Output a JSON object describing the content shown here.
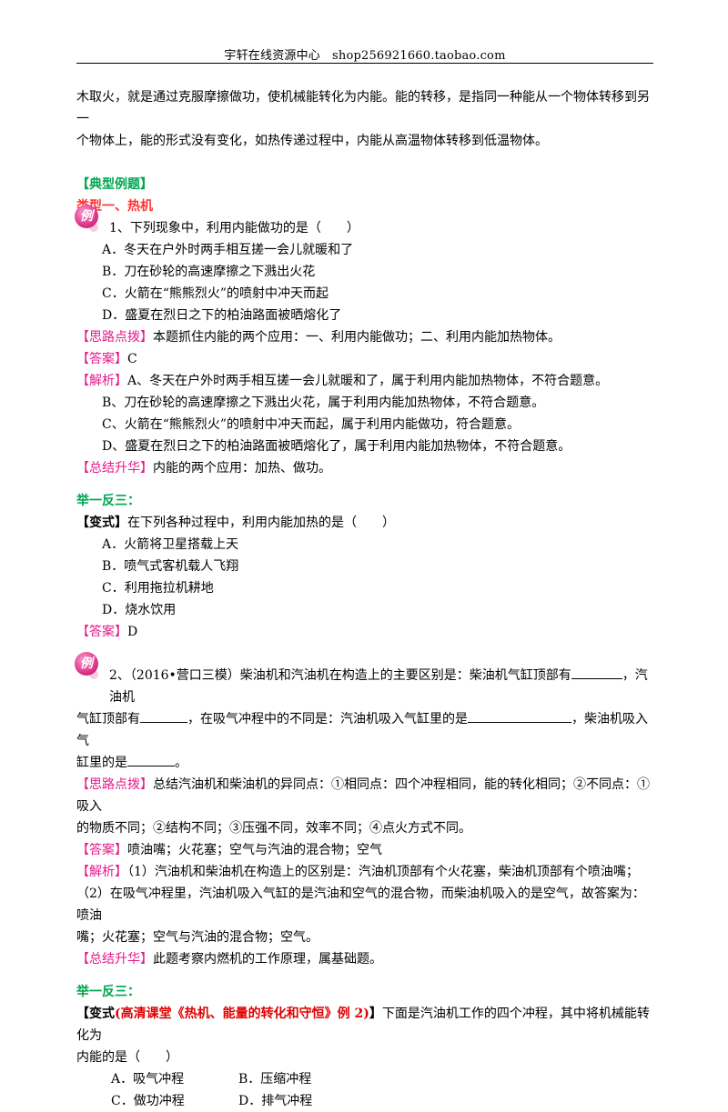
{
  "header": {
    "title": "宇轩在线资源中心",
    "shop": "shop256921660.taobao.com"
  },
  "intro": [
    "木取火，就是通过克服摩擦做功，使机械能转化为内能。能的转移，是指同一种能从一个物体转移到另一",
    "个物体上，能的形式没有变化，如热传递过程中，内能从高温物体转移到低温物体。"
  ],
  "section": {
    "title": "【典型例题】",
    "type1": "类型一、热机"
  },
  "tags": {
    "thinking": "【思路点拨】",
    "answer": "【答案】",
    "analysis": "【解析】",
    "summary": "【总结升华】",
    "variant_open": "【变式】",
    "variant_close": "【变式",
    "bracket_close": "】"
  },
  "practice_title": "举一反三：",
  "badge_char": "例",
  "ex1": {
    "question": "1、下列现象中，利用内能做功的是（　　）",
    "options": [
      "A．冬天在户外时两手相互搓一会儿就暖和了",
      "B．刀在砂轮的高速摩擦之下溅出火花",
      "C．火箭在“熊熊烈火”的喷射中冲天而起",
      "D．盛夏在烈日之下的柏油路面被晒熔化了"
    ],
    "thinking": "本题抓住内能的两个应用：一、利用内能做功；二、利用内能加热物体。",
    "answer": "C",
    "analysis": [
      "A、冬天在户外时两手相互搓一会儿就暖和了，属于利用内能加热物体，不符合题意。",
      "B、刀在砂轮的高速摩擦之下溅出火花，属于利用内能加热物体，不符合题意。",
      "C、火箭在“熊熊烈火”的喷射中冲天而起，属于利用内能做功，符合题意。",
      "D、盛夏在烈日之下的柏油路面被晒熔化了，属于利用内能加热物体，不符合题意。"
    ],
    "summary": "内能的两个应用：加热、做功。"
  },
  "var1": {
    "question": "在下列各种过程中，利用内能加热的是（　　）",
    "options": [
      "A．火箭将卫星搭载上天",
      "B．喷气式客机载人飞翔",
      "C．利用拖拉机耕地",
      "D．烧水饮用"
    ],
    "answer": "D"
  },
  "ex2": {
    "q_part1": "2、（2016•营口三模）柴油机和汽油机在构造上的主要区别是：柴油机气缸顶部有",
    "q_part2": "，汽油机",
    "q_part3": "气缸顶部有",
    "q_part4": "，在吸气冲程中的不同是：汽油机吸入气缸里的是",
    "q_part5": "，柴油机吸入气",
    "q_part6": "缸里的是",
    "q_part7": "。",
    "thinking": [
      "总结汽油机和柴油机的异同点：①相同点：四个冲程相同，能的转化相同；②不同点：①吸入",
      "的物质不同；②结构不同；③压强不同，效率不同；④点火方式不同。"
    ],
    "answer": "喷油嘴；火花塞；空气与汽油的混合物；空气",
    "analysis": [
      "（1）汽油机和柴油机在构造上的区别是：汽油机顶部有个火花塞，柴油机顶部有个喷油嘴；",
      "（2）在吸气冲程里，汽油机吸入气缸的是汽油和空气的混合物，而柴油机吸入的是空气，故答案为：喷油",
      "嘴；火花塞；空气与汽油的混合物；空气。"
    ],
    "summary": "此题考察内燃机的工作原理，属基础题。"
  },
  "var2": {
    "source": "(高清课堂《热机、能量的转化和守恒》例 2)",
    "question_line1": "下面是汽油机工作的四个冲程，其中将机械能转化为",
    "question_line2": "内能的是（　　）",
    "options": [
      "A．吸气冲程",
      "B．压缩冲程",
      "C．做功冲程",
      "D．排气冲程"
    ]
  }
}
